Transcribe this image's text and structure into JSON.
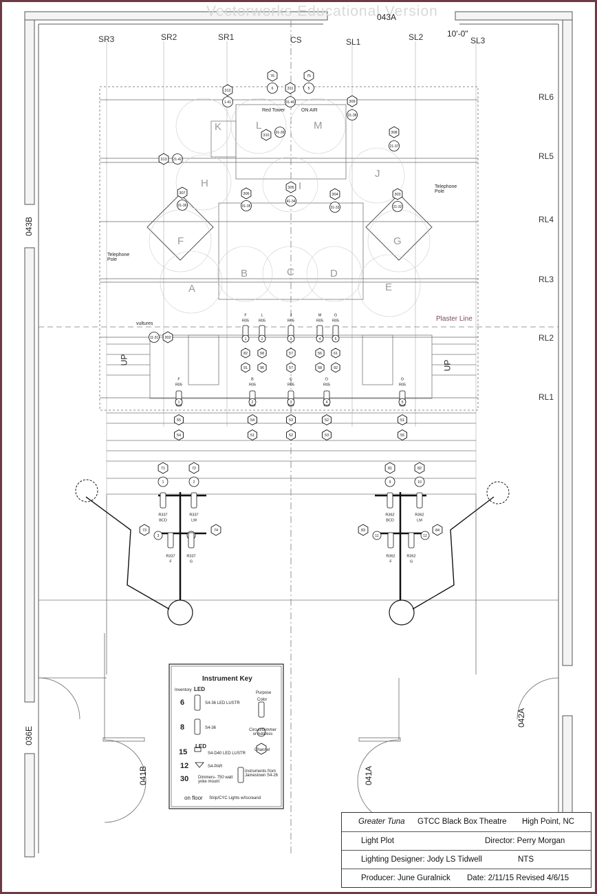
{
  "watermark": "Vectorworks Educational Version",
  "rooms": {
    "top": "043A",
    "left_top": "043B",
    "left_bottom": "036E",
    "door_left": "041B",
    "door_right": "041A",
    "right": "042A"
  },
  "dimension": "10'-0\"",
  "lanes": [
    "SR3",
    "SR2",
    "SR1",
    "CS",
    "SL1",
    "SL2",
    "SL3"
  ],
  "rows": [
    "RL6",
    "RL5",
    "RL4",
    "RL3",
    "RL2",
    "RL1"
  ],
  "plaster_line": "Plaster Line",
  "areas": [
    "K",
    "L",
    "M",
    "H",
    "I",
    "J",
    "F",
    "G",
    "A",
    "B",
    "C",
    "D",
    "E"
  ],
  "stage_labels": {
    "red_tower": "Red Tower",
    "on_air": "ON AIR",
    "telephone_pole": "Telephone Pole",
    "vultures": "vultures",
    "up": "UP"
  },
  "instrument_key": {
    "title": "Instrument Key",
    "inventory_label": "Inventory",
    "led": "LED",
    "items": [
      {
        "count": "6",
        "desc": "S4-36 LED LUSTR"
      },
      {
        "count": "8",
        "desc": "S4-36"
      },
      {
        "count": "15",
        "desc": "S4-D40 LED LUSTR"
      },
      {
        "count": "12",
        "desc": "S4-PAR"
      },
      {
        "count": "30",
        "desc": "Dimmers- 750 watt yoke mount"
      }
    ],
    "purpose": "Purpose",
    "color": "Color",
    "circuit": "Circuit/Dimmer or Address",
    "channel": "Channel",
    "jamestown": "Instruments from Jamestown S4-26",
    "on_floor": "on floor",
    "strip": "Strip/CYC Lights w/Iscreand"
  },
  "title_block": {
    "show": "Greater Tuna",
    "venue": "GTCC Black Box Theatre",
    "city": "High Point, NC",
    "plot": "Light Plot",
    "director": "Director: Perry Morgan",
    "designer": "Lighting Designer: Jody LS Tidwell",
    "scale": "NTS",
    "producer": "Producer:  June Guralnick",
    "date": "Date:  2/11/15   Revised 4/6/15"
  },
  "fixtures": {
    "rl2_top": [
      {
        "purpose": "F",
        "color": "R05",
        "unit": "1",
        "ch": [
          "82",
          "91"
        ]
      },
      {
        "purpose": "L",
        "color": "R05",
        "unit": "2",
        "ch": [
          "58",
          "96"
        ]
      },
      {
        "purpose": "J",
        "color": "R05",
        "unit": "3",
        "ch": [
          "57",
          "57"
        ]
      },
      {
        "purpose": "M",
        "color": "R05",
        "unit": "4",
        "ch": [
          "56",
          "58"
        ]
      },
      {
        "purpose": "G",
        "color": "R05",
        "unit": "5",
        "ch": [
          "61",
          "92"
        ]
      }
    ],
    "rl1": [
      {
        "purpose": "F",
        "color": "R05",
        "unit": "1",
        "ch": [
          "55",
          "54"
        ]
      },
      {
        "purpose": "B",
        "color": "R05",
        "unit": "2",
        "ch": [
          "54",
          "51"
        ]
      },
      {
        "purpose": "C",
        "color": "R05",
        "unit": "3",
        "ch": [
          "53",
          "52"
        ]
      },
      {
        "purpose": "D",
        "color": "R05",
        "unit": "4",
        "ch": [
          "52",
          "53"
        ]
      },
      {
        "purpose": "G",
        "color": "R05",
        "unit": "5",
        "ch": [
          "51",
          "55"
        ]
      }
    ],
    "booms_left": [
      {
        "ch": "71",
        "unit": "1",
        "color": "R337",
        "purpose": "BCD"
      },
      {
        "ch": "72",
        "unit": "2",
        "color": "R337",
        "purpose": "LM"
      },
      {
        "ch": "73",
        "unit": "3",
        "color": "R337",
        "purpose": "F"
      },
      {
        "ch": "74",
        "unit": "4",
        "color": "R337",
        "purpose": "G"
      }
    ],
    "booms_right": [
      {
        "ch": "81",
        "unit": "9",
        "color": "R362",
        "purpose": "BCD"
      },
      {
        "ch": "82",
        "unit": "10",
        "color": "R362",
        "purpose": "LM"
      },
      {
        "ch": "83",
        "unit": "11",
        "color": "R362",
        "purpose": "F"
      },
      {
        "ch": "84",
        "unit": "12",
        "color": "R362",
        "purpose": "G"
      }
    ],
    "top_ch": [
      {
        "ch": "76",
        "unit": "6"
      },
      {
        "ch": "75",
        "unit": "5"
      },
      {
        "ch": "312",
        "unit": "1-41"
      },
      {
        "ch": "311",
        "unit": "01-40"
      },
      {
        "ch": "309",
        "unit": "31-38"
      },
      {
        "ch": "310",
        "unit": "01-39"
      },
      {
        "ch": "308",
        "unit": "21-37"
      },
      {
        "ch": "313",
        "unit": "21-42"
      },
      {
        "ch": "307",
        "unit": "01-36"
      },
      {
        "ch": "306",
        "unit": "01-35"
      },
      {
        "ch": "305",
        "unit": "41-34"
      },
      {
        "ch": "304",
        "unit": "31-33"
      },
      {
        "ch": "303",
        "unit": "21-32"
      },
      {
        "ch": "302",
        "unit": "11-31"
      }
    ]
  }
}
